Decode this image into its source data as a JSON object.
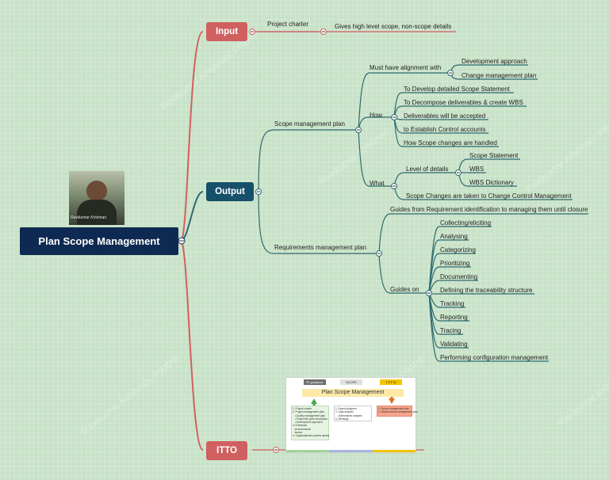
{
  "mindmap": {
    "root": "Plan Scope Management",
    "input": {
      "label": "Input",
      "project_charter": "Project charter",
      "project_charter_detail": "Gives high level scope, non-scope details"
    },
    "output": {
      "label": "Output",
      "scope_plan": {
        "label": "Scope management plan",
        "must_align": "Must have alignment with",
        "align_items": [
          "Development approach",
          "Change management plan"
        ],
        "how": "How",
        "how_items": [
          "To Develop detailed Scope Statement",
          "To Decompose deliverables & create WBS",
          "Deliverables will be accepted",
          "to Establish Control accounts",
          "How Scope changes are handled"
        ],
        "what": "What",
        "level_details": "Level of details",
        "level_items": [
          "Scope Statement",
          "WBS",
          "WBS Dictionary"
        ],
        "scope_changes": "Scope Changes are taken to Change Control Management"
      },
      "req_plan": {
        "label": "Requirements management plan",
        "guides_from": "Guides from Requirement identification to managing them until closure",
        "guides_on": "Guides on",
        "guides_items": [
          "Collecting/eliciting",
          "Analysing",
          "Categorizing",
          "Prioritizing",
          "Documenting",
          "Defining the traceability structure",
          "Tracking",
          "Reporting",
          "Tracing",
          "Validating",
          "Performing configuration management"
        ]
      }
    },
    "itto": {
      "label": "ITTO",
      "thumbnail": {
        "tabs": [
          "PI guidance",
          "SCOPE",
          "I T T O"
        ],
        "title": "Plan Scope Management",
        "col1": "1. Project charter\n2. Project management plan\n   • Quality management plan\n   • Project life cycle description\n   • Development approach\n3. Enterprise\n   environmental\n   factors\n4. Organizational process assets",
        "col2": "1. Expert judgment\n2. Data analysis\n   • Alternatives analysis\n3. Meetings",
        "col3": "1. Scope management plan\n2. Requirements management plan"
      }
    },
    "watermark": "Ravikumar Krishnan, PfMP®",
    "photo_caption": "Ravikumar Krishnan"
  },
  "colors": {
    "root": "#0f2a52",
    "output": "#16506a",
    "input_itto": "#d06060",
    "branch_red": "#d06060",
    "branch_teal": "#2f6a70",
    "background": "#c8e2c8"
  }
}
